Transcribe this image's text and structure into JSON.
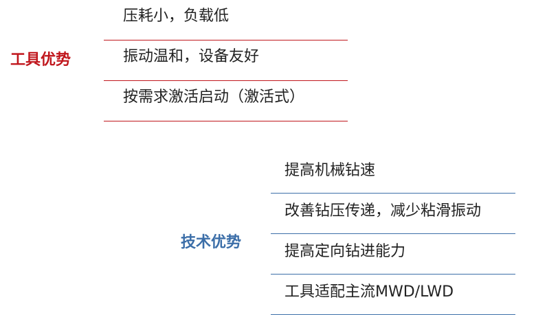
{
  "colors": {
    "tool_accent": "#c0161c",
    "tech_accent": "#3b6ea8",
    "text": "#222222"
  },
  "tool_advantages": {
    "heading": "工具优势",
    "items": [
      "压耗小，负载低",
      "振动温和，设备友好",
      "按需求激活启动（激活式）"
    ]
  },
  "tech_advantages": {
    "heading": "技术优势",
    "items": [
      "提高机械钻速",
      "改善钻压传递，减少粘滑振动",
      "提高定向钻进能力",
      "工具适配主流MWD/LWD"
    ]
  }
}
